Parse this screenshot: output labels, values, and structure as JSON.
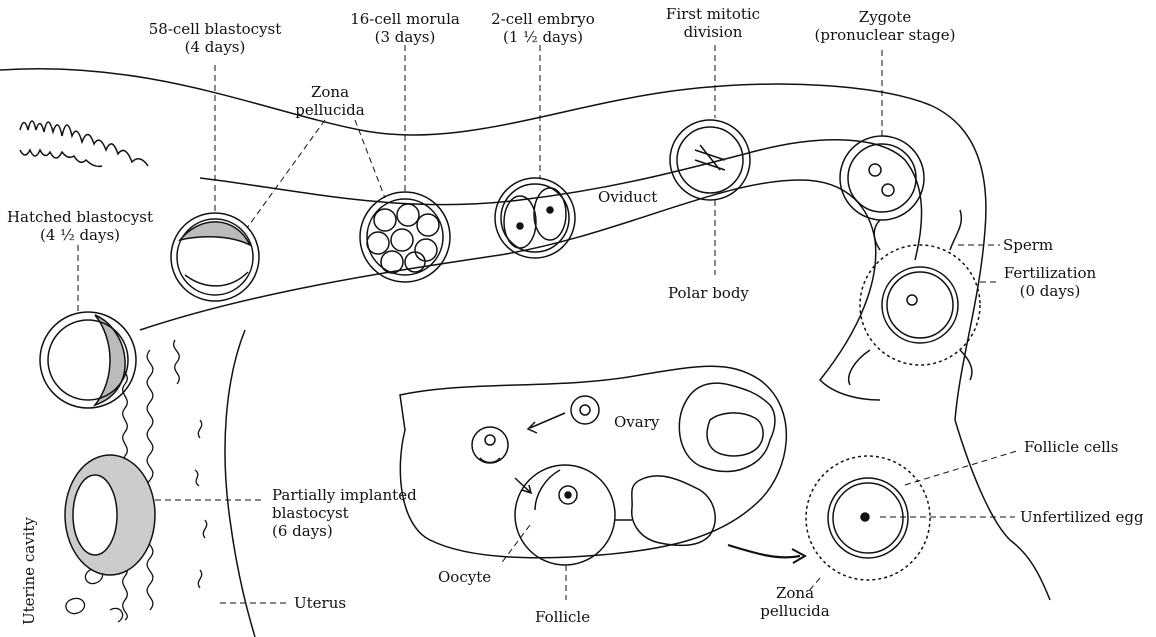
{
  "labels": {
    "blastocyst58": {
      "line1": "58-cell blastocyst",
      "line2": "(4 days)"
    },
    "morula16": {
      "line1": "16-cell morula",
      "line2": "(3 days)"
    },
    "embryo2": {
      "line1": "2-cell embryo",
      "line2": "(1 ½ days)"
    },
    "mitotic": {
      "line1": "First mitotic",
      "line2": "division"
    },
    "zygote": {
      "line1": "Zygote",
      "line2": "(pronuclear stage)"
    },
    "zona_top": {
      "line1": "Zona",
      "line2": "pellucida"
    },
    "hatched": {
      "line1": "Hatched blastocyst",
      "line2": "(4 ½ days)"
    },
    "oviduct": "Oviduct",
    "sperm": "Sperm",
    "fertilization": {
      "line1": "Fertilization",
      "line2": "(0 days)"
    },
    "polar_body": "Polar body",
    "ovary": "Ovary",
    "follicle_cells": "Follicle cells",
    "unfertilized_egg": "Unfertilized egg",
    "partially": {
      "line1": "Partially implanted",
      "line2": "blastocyst",
      "line3": "(6 days)"
    },
    "uterine_cavity": "Uterine cavity",
    "uterus": "Uterus",
    "oocyte": "Oocyte",
    "follicle": "Follicle",
    "zona_bottom": {
      "line1": "Zona",
      "line2": "pellucida"
    }
  }
}
